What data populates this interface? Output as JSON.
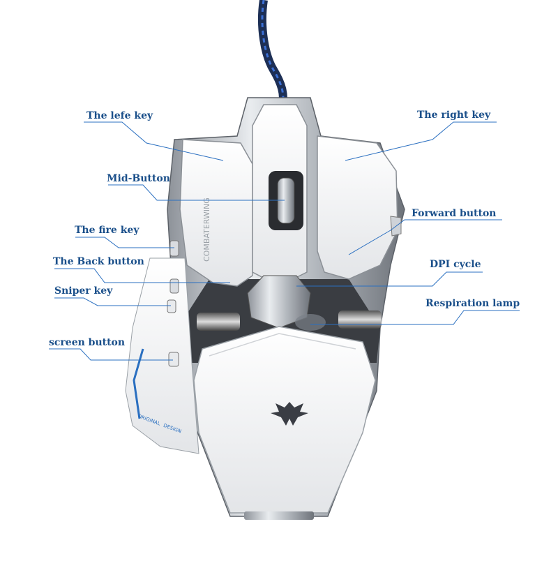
{
  "labels": {
    "left_key": "The lefe key",
    "right_key": "The right key",
    "mid_button": "Mid-Button",
    "forward_button": "Forward button",
    "fire_key": "The fire key",
    "back_button": "The Back button",
    "dpi_cycle": "DPI cycle",
    "sniper_key": "Sniper key",
    "respiration_lamp": "Respiration lamp",
    "screen_button": "screen button"
  },
  "product": {
    "brand_text": "COMBATERWING",
    "side_text_1": "ORIGINAL",
    "side_text_2": "DESIGN"
  },
  "colors": {
    "label": "#1a4f8a",
    "leader": "#2a6fc0",
    "shell": "#f4f5f7",
    "chrome": "#b8bcc2",
    "accent": "#2a6fc0"
  }
}
